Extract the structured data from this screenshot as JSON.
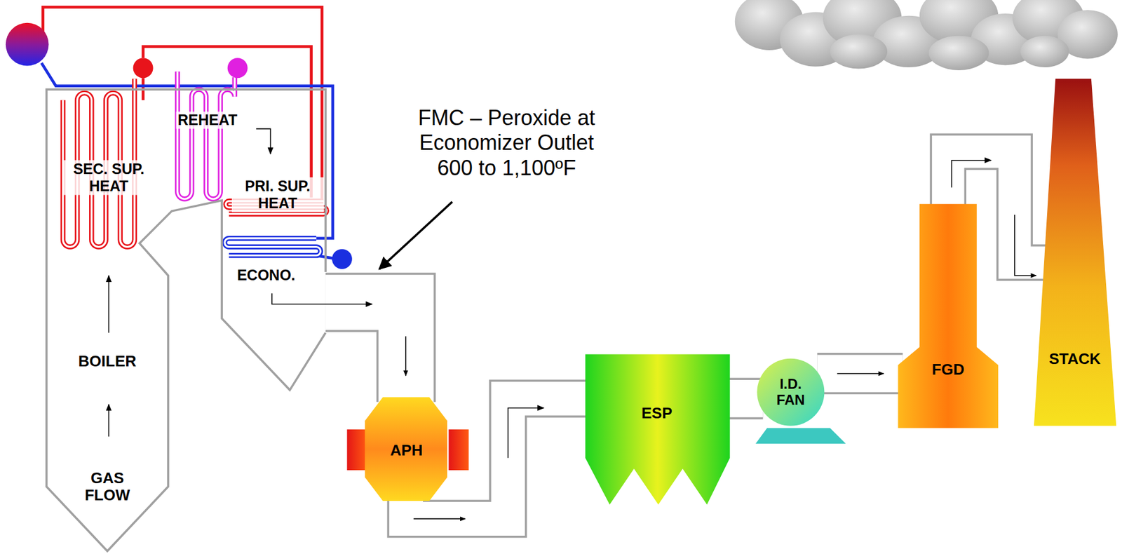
{
  "diagram": {
    "nodes": [
      {
        "text": [
          "BOILER",
          "GAS FLOW"
        ]
      },
      {
        "text": [
          "APH"
        ]
      },
      {
        "text": [
          "ESP"
        ]
      },
      {
        "text": [
          "I.D. FAN"
        ]
      },
      {
        "text": [
          "FGD"
        ]
      },
      {
        "text": [
          "STACK"
        ]
      }
    ],
    "edges": [
      {
        "from": 0,
        "to": 1,
        "arrow": "to"
      },
      {
        "from": 1,
        "to": 2,
        "arrow": "to"
      },
      {
        "from": 2,
        "to": 3,
        "arrow": "none"
      },
      {
        "from": 3,
        "to": 4,
        "arrow": "to"
      },
      {
        "from": 4,
        "to": 5,
        "arrow": "to"
      }
    ],
    "labels": [
      "SEC. SUP. HEAT",
      "REHEAT",
      "PRI. SUP. HEAT",
      "ECONO.",
      "FMC – Peroxide at Economizer Outlet 600 to 1,100ºF"
    ]
  }
}
